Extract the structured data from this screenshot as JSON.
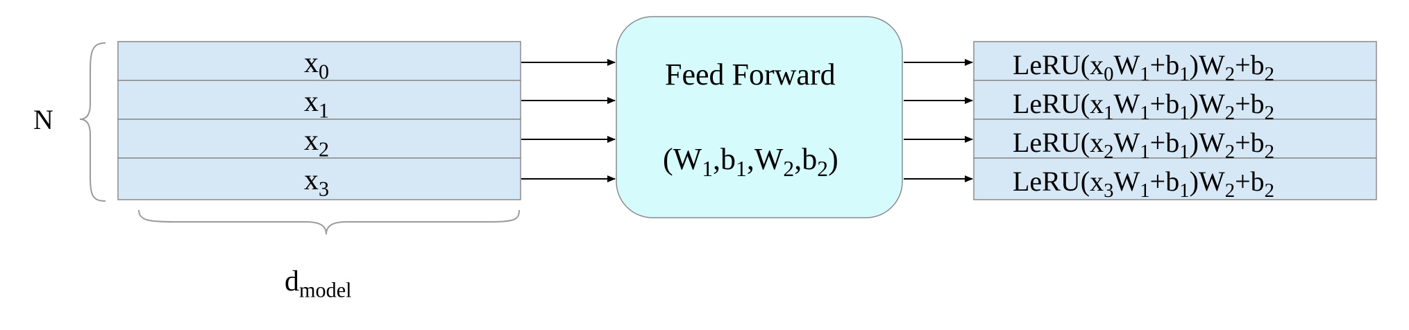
{
  "left_brace_label": "N",
  "bottom_brace_label": {
    "main": "d",
    "subscript": "model"
  },
  "input_rows": [
    {
      "main": "x",
      "subscript": "0"
    },
    {
      "main": "x",
      "subscript": "1"
    },
    {
      "main": "x",
      "subscript": "2"
    },
    {
      "main": "x",
      "subscript": "3"
    }
  ],
  "block": {
    "title": "Feed Forward",
    "params": [
      {
        "t": "(W",
        "s": false
      },
      {
        "t": "1",
        "s": true
      },
      {
        "t": ",b",
        "s": false
      },
      {
        "t": "1",
        "s": true
      },
      {
        "t": ",W",
        "s": false
      },
      {
        "t": "2",
        "s": true
      },
      {
        "t": ",b",
        "s": false
      },
      {
        "t": "2",
        "s": true
      },
      {
        "t": ")",
        "s": false
      }
    ]
  },
  "output_rows": [
    [
      {
        "t": "LeRU(x",
        "s": false
      },
      {
        "t": "0",
        "s": true
      },
      {
        "t": "W",
        "s": false
      },
      {
        "t": "1",
        "s": true
      },
      {
        "t": "+b",
        "s": false
      },
      {
        "t": "1",
        "s": true
      },
      {
        "t": ")W",
        "s": false
      },
      {
        "t": "2",
        "s": true
      },
      {
        "t": "+b",
        "s": false
      },
      {
        "t": "2",
        "s": true
      }
    ],
    [
      {
        "t": "LeRU(x",
        "s": false
      },
      {
        "t": "1",
        "s": true
      },
      {
        "t": "W",
        "s": false
      },
      {
        "t": "1",
        "s": true
      },
      {
        "t": "+b",
        "s": false
      },
      {
        "t": "1",
        "s": true
      },
      {
        "t": ")W",
        "s": false
      },
      {
        "t": "2",
        "s": true
      },
      {
        "t": "+b",
        "s": false
      },
      {
        "t": "2",
        "s": true
      }
    ],
    [
      {
        "t": "LeRU(x",
        "s": false
      },
      {
        "t": "2",
        "s": true
      },
      {
        "t": "W",
        "s": false
      },
      {
        "t": "1",
        "s": true
      },
      {
        "t": "+b",
        "s": false
      },
      {
        "t": "1",
        "s": true
      },
      {
        "t": ")W",
        "s": false
      },
      {
        "t": "2",
        "s": true
      },
      {
        "t": "+b",
        "s": false
      },
      {
        "t": "2",
        "s": true
      }
    ],
    [
      {
        "t": "LeRU(x",
        "s": false
      },
      {
        "t": "3",
        "s": true
      },
      {
        "t": "W",
        "s": false
      },
      {
        "t": "1",
        "s": true
      },
      {
        "t": "+b",
        "s": false
      },
      {
        "t": "1",
        "s": true
      },
      {
        "t": ")W",
        "s": false
      },
      {
        "t": "2",
        "s": true
      },
      {
        "t": "+b",
        "s": false
      },
      {
        "t": "2",
        "s": true
      }
    ]
  ],
  "colors": {
    "row_fill": "#d6e8f5",
    "row_stroke": "#8a8a8a",
    "block_fill": "#d6fbfd",
    "block_stroke": "#8a8a8a",
    "brace_stroke": "#9a9a9a",
    "arrow": "#000000"
  }
}
